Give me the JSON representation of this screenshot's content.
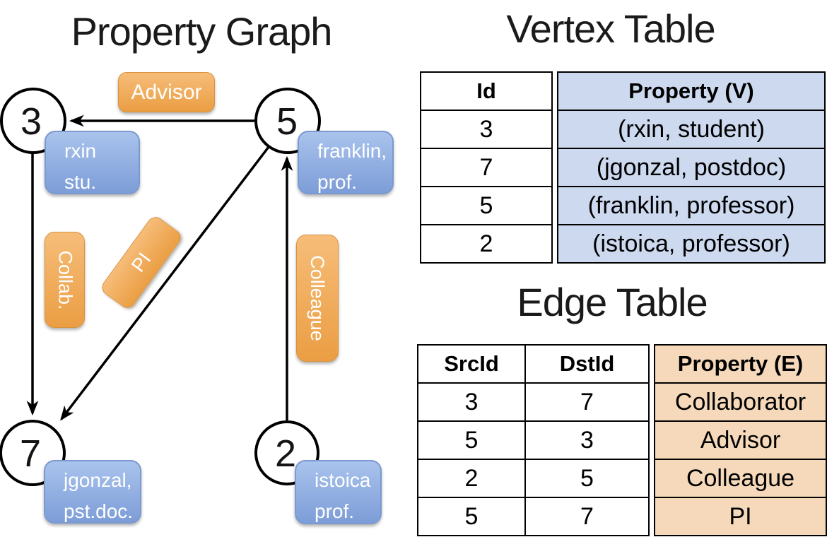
{
  "graph": {
    "title": "Property Graph",
    "nodes": [
      {
        "id": "3",
        "label_lines": [
          "rxin",
          "stu."
        ]
      },
      {
        "id": "5",
        "label_lines": [
          "franklin,",
          "prof."
        ]
      },
      {
        "id": "7",
        "label_lines": [
          "jgonzal,",
          "pst.doc."
        ]
      },
      {
        "id": "2",
        "label_lines": [
          "istoica",
          "prof."
        ]
      }
    ],
    "edge_labels": {
      "advisor": "Advisor",
      "collab": "Collab.",
      "pi": "PI",
      "colleague": "Colleague"
    }
  },
  "vertex_table": {
    "title": "Vertex Table",
    "headers": {
      "id": "Id",
      "property": "Property (V)"
    },
    "rows": [
      {
        "id": "3",
        "property": "(rxin, student)"
      },
      {
        "id": "7",
        "property": "(jgonzal, postdoc)"
      },
      {
        "id": "5",
        "property": "(franklin, professor)"
      },
      {
        "id": "2",
        "property": "(istoica, professor)"
      }
    ]
  },
  "edge_table": {
    "title": "Edge Table",
    "headers": {
      "src": "SrcId",
      "dst": "DstId",
      "property": "Property (E)"
    },
    "rows": [
      {
        "src": "3",
        "dst": "7",
        "property": "Collaborator"
      },
      {
        "src": "5",
        "dst": "3",
        "property": "Advisor"
      },
      {
        "src": "2",
        "dst": "5",
        "property": "Colleague"
      },
      {
        "src": "5",
        "dst": "7",
        "property": "PI"
      }
    ]
  },
  "colors": {
    "edge_label_gradient_top": "#f6bd79",
    "edge_label_gradient_bottom": "#eb9e43",
    "vertex_box_gradient_top": "#a9c3ec",
    "vertex_box_gradient_bottom": "#7d9dd8",
    "vertex_table_fill": "#ccd9ef",
    "edge_table_fill": "#f5d9ba",
    "line_color": "#000000",
    "node_fill": "#ffffff",
    "label_text": "#ffffff"
  }
}
